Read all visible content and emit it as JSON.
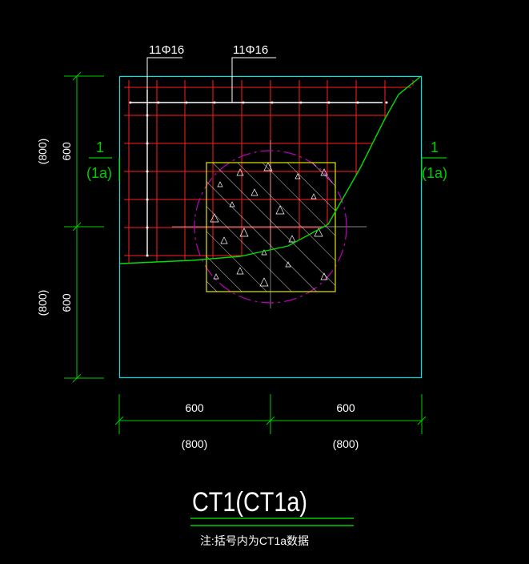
{
  "labels": {
    "rebar_top_left": "11Φ16",
    "rebar_top_right": "11Φ16",
    "section_mark_number": "1",
    "section_mark_alt": "(1a)"
  },
  "dimensions": {
    "left_upper": "600",
    "left_upper_alt": "(800)",
    "left_lower": "600",
    "left_lower_alt": "(800)",
    "bottom_left": "600",
    "bottom_left_alt": "(800)",
    "bottom_right": "600",
    "bottom_right_alt": "(800)"
  },
  "title": {
    "main": "CT1(CT1a)",
    "note": "注:括号内为CT1a数据"
  },
  "colors": {
    "outline": "#00e5e5",
    "rebar": "#ff2020",
    "rebar_main": "#ffffff",
    "dimension": "#00cc00",
    "section_mark": "#00cc00",
    "column_outline": "#e5e500",
    "circle": "#c000c0",
    "break_line": "#00dd00",
    "text": "#ffffff",
    "title": "#ffffff",
    "title_underline": "#00cc00"
  }
}
